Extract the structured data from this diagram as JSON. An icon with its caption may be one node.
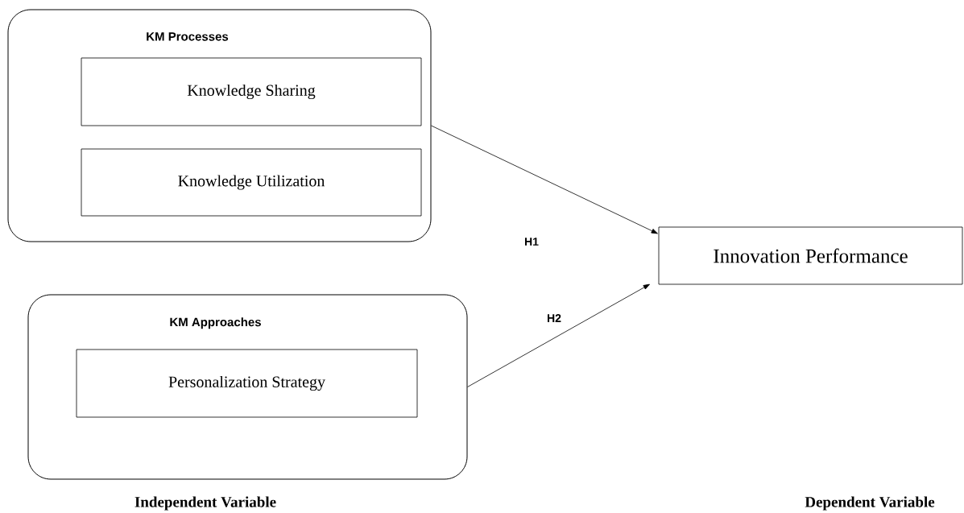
{
  "diagram": {
    "nodes": [
      {
        "text": [
          "KM Processes"
        ]
      },
      {
        "text": [
          "Knowledge Sharing"
        ],
        "in": 0
      },
      {
        "text": [
          "Knowledge Utilization"
        ],
        "in": 0
      },
      {
        "text": [
          "KM Approaches"
        ]
      },
      {
        "text": [
          "Personalization Strategy"
        ],
        "in": 3
      },
      {
        "text": [
          "Innovation Performance"
        ]
      }
    ],
    "edges": [
      {
        "from": 0,
        "to": 5,
        "arrow": "to",
        "label": "H1"
      },
      {
        "from": 3,
        "to": 5,
        "arrow": "to",
        "label": "H2"
      }
    ],
    "labels": [
      "Independent Variable",
      "Dependent Variable"
    ]
  }
}
